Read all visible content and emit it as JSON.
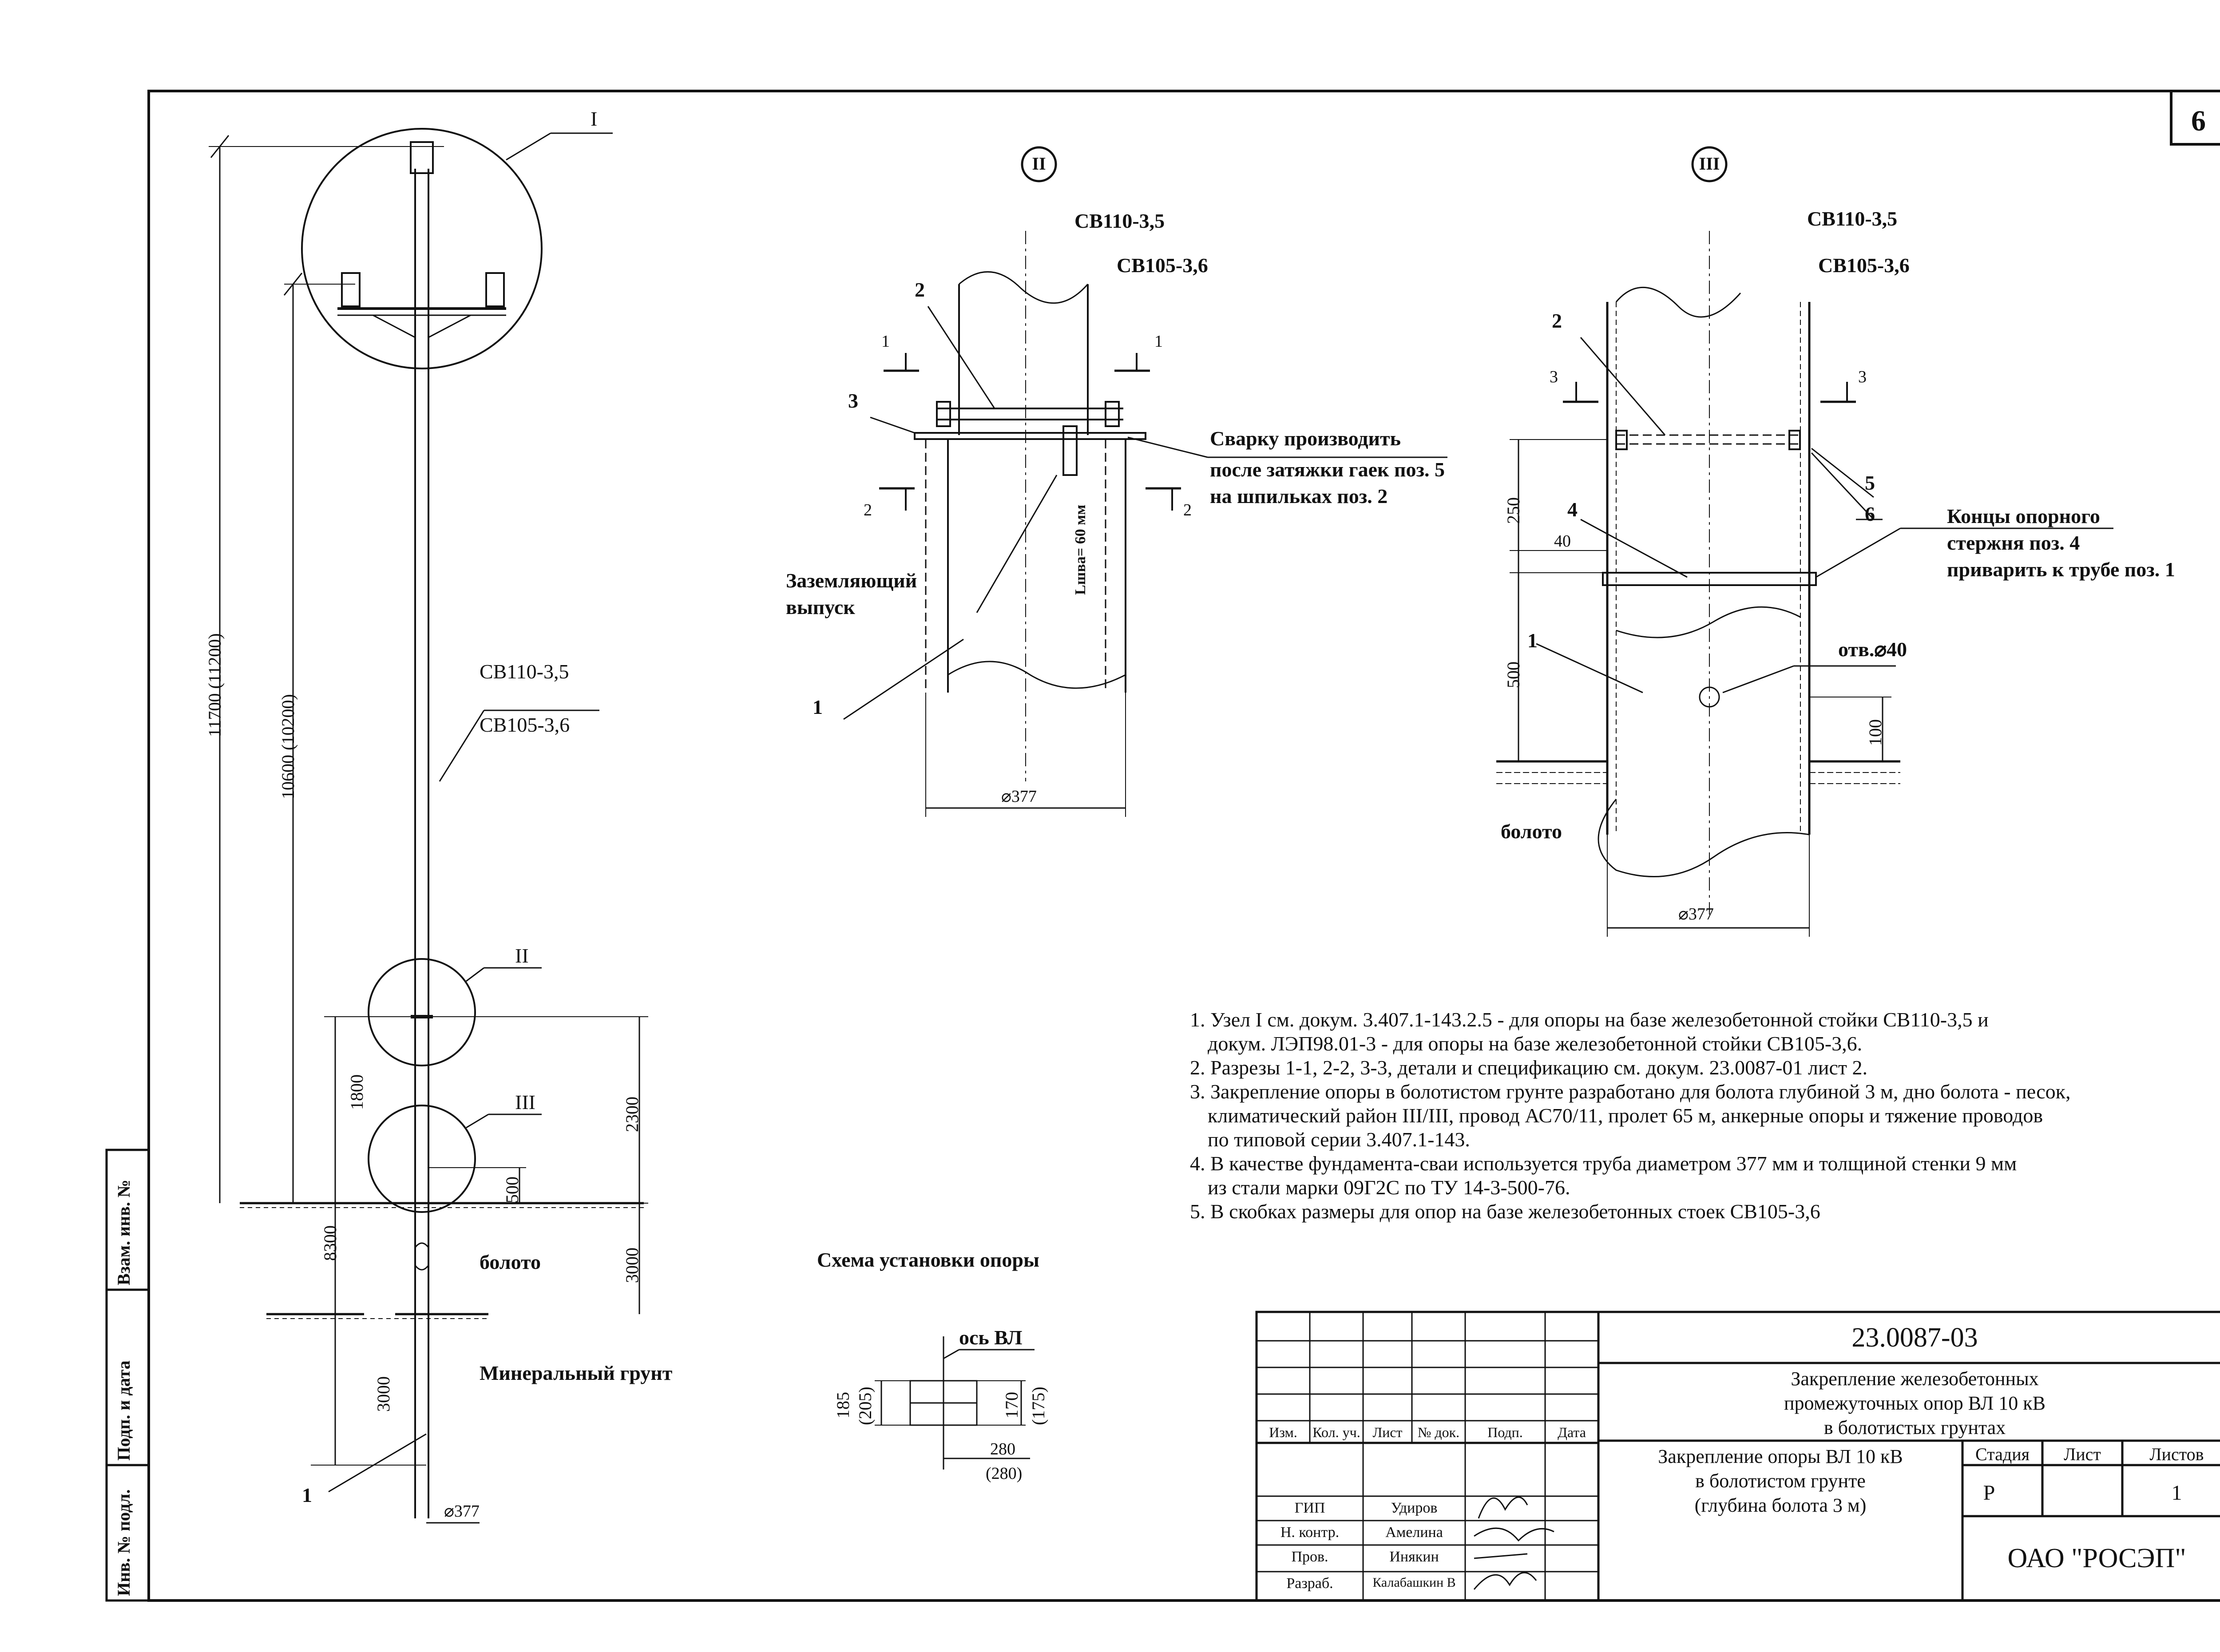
{
  "sheet_number": "6",
  "main_view": {
    "callout_I": "I",
    "callout_II": "II",
    "callout_III": "III",
    "dim_total_height": "11700 (11200)",
    "dim_crossarm_height": "10600 (10200)",
    "pole_label_1": "СВ110-3,5",
    "pole_label_2": "СВ105-3,6",
    "dim_1800": "1800",
    "dim_2300": "2300",
    "dim_500": "500",
    "dim_8300": "8300",
    "dim_3000_upper": "3000",
    "dim_3000_lower": "3000",
    "bog_label": "болото",
    "mineral_ground_label": "Минеральный грунт",
    "item_1": "1",
    "diameter": "⌀377"
  },
  "detail_II": {
    "title": "II",
    "pole_label_1": "СВ110-3,5",
    "pole_label_2": "СВ105-3,6",
    "item_2": "2",
    "item_3": "3",
    "item_1": "1",
    "section_1_left": "1",
    "section_1_right": "1",
    "section_2_left": "2",
    "section_2_right": "2",
    "weld_note_1": "Сварку производить",
    "weld_note_2": "после затяжки гаек поз. 5",
    "weld_note_3": "на шпильках поз. 2",
    "ground_outlet_1": "Заземляющий",
    "ground_outlet_2": "выпуск",
    "weld_length": "Lшва= 60 мм",
    "diameter": "⌀377"
  },
  "detail_III": {
    "title": "III",
    "pole_label_1": "СВ110-3,5",
    "pole_label_2": "СВ105-3,6",
    "item_2": "2",
    "item_4": "4",
    "item_1": "1",
    "item_5": "5",
    "item_6": "6",
    "section_3_left": "3",
    "section_3_right": "3",
    "dim_250": "250",
    "dim_40": "40",
    "dim_500": "500",
    "dim_100": "100",
    "rod_note_1": "Концы опорного",
    "rod_note_2": "стержня поз. 4",
    "rod_note_3": "приварить к трубе поз. 1",
    "hole": "отв.⌀40",
    "bog_label": "болото",
    "diameter": "⌀377"
  },
  "install_scheme": {
    "title": "Схема установки опоры",
    "axis_label": "ось ВЛ",
    "dim_185": "185",
    "dim_205": "(205)",
    "dim_170": "170",
    "dim_175": "(175)",
    "dim_280": "280",
    "dim_280b": "(280)"
  },
  "notes": [
    "1. Узел I см. докум. 3.407.1-143.2.5 - для опоры на базе железобетонной стойки СВ110-3,5 и",
    "    докум. ЛЭП98.01-3 - для опоры на базе железобетонной стойки СВ105-3,6.",
    "2. Разрезы 1-1, 2-2, 3-3, детали и спецификацию см. докум. 23.0087-01 лист 2.",
    "3. Закрепление опоры в болотистом грунте разработано для болота глубиной 3 м, дно болота - песок,",
    "    климатический район III/III, провод АС70/11, пролет 65 м, анкерные опоры и тяжение проводов",
    "    по типовой серии 3.407.1-143.",
    "4. В качестве фундамента-сваи используется труба диаметром 377 мм и толщиной стенки 9 мм",
    "    из стали марки 09Г2С по ТУ 14-3-500-76.",
    "5. В скобках размеры для опор на базе железобетонных стоек СВ105-3,6"
  ],
  "side_stamp": {
    "inv_podl": "Инв. № подл.",
    "podp_data": "Подп. и дата",
    "vzam_inv": "Взам. инв. №"
  },
  "title_block": {
    "doc_number": "23.0087-03",
    "title_1": "Закрепление железобетонных",
    "title_2": "промежуточных опор ВЛ 10 кВ",
    "title_3": "в болотистых грунтах",
    "sheet_title_1": "Закрепление опоры ВЛ 10 кВ",
    "sheet_title_2": "в болотистом грунте",
    "sheet_title_3": "(глубина болота 3 м)",
    "stage_header": "Стадия",
    "sheet_header": "Лист",
    "sheets_header": "Листов",
    "stage_value": "Р",
    "sheet_value": "",
    "sheets_value": "1",
    "company": "ОАО \"РОСЭП\"",
    "col_izm": "Изм.",
    "col_kol": "Кол. уч.",
    "col_list": "Лист",
    "col_ndok": "№ док.",
    "col_podp": "Подп.",
    "col_data": "Дата",
    "role_gip": "ГИП",
    "role_nkontr": "Н. контр.",
    "role_prov": "Пров.",
    "role_razrab": "Разраб.",
    "name_gip": "Удиров",
    "name_nkontr": "Амелина",
    "name_prov": "Инякин",
    "name_razrab": "Калабашкин В"
  }
}
